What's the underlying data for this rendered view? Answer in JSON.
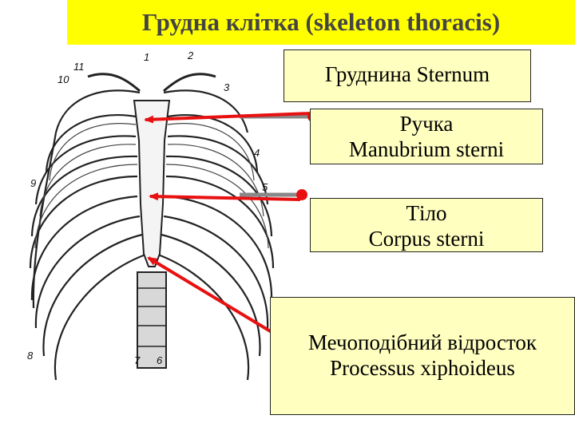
{
  "title": "Грудна клітка (skeleton thoracis)",
  "labels": {
    "sternum": "Груднина   Sternum",
    "manubrium_ua": "Ручка",
    "manubrium_la": "Manubrium  sterni",
    "corpus_ua": "Тіло",
    "corpus_la": "Corpus sterni",
    "xiphoid_ua": "Мечоподібний відросток",
    "xiphoid_la": "Processus xiphoideus"
  },
  "figure_numbers": [
    "1",
    "2",
    "3",
    "4",
    "5",
    "6",
    "7",
    "8",
    "9",
    "10",
    "11"
  ],
  "colors": {
    "title_bg": "#ffff00",
    "box_bg": "#ffffc0",
    "arrow_red": "#e81010",
    "arrow_gray": "#888888"
  }
}
